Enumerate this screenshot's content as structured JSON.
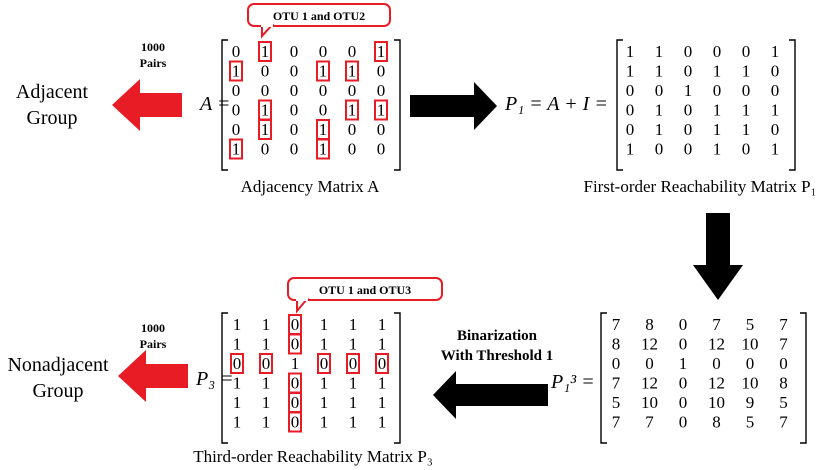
{
  "colors": {
    "highlight": "#e81c24",
    "arrow_black": "#000000"
  },
  "top_left": {
    "pairs_count": "1000",
    "pairs_word": "Pairs",
    "group_line1": "Adjacent",
    "group_line2": "Group",
    "callout": "OTU 1 and OTU2",
    "eq_prefix": "A =",
    "caption": "Adjacency Matrix A",
    "matrix": [
      [
        0,
        1,
        0,
        0,
        0,
        1
      ],
      [
        1,
        0,
        0,
        1,
        1,
        0
      ],
      [
        0,
        0,
        0,
        0,
        0,
        0
      ],
      [
        0,
        1,
        0,
        0,
        1,
        1
      ],
      [
        0,
        1,
        0,
        1,
        0,
        0
      ],
      [
        1,
        0,
        0,
        1,
        0,
        0
      ]
    ]
  },
  "top_right": {
    "eq_prefix": "P₁ = A + I =",
    "caption": "First-order Reachability Matrix P₁",
    "matrix": [
      [
        1,
        1,
        0,
        0,
        0,
        1
      ],
      [
        1,
        1,
        0,
        1,
        1,
        0
      ],
      [
        0,
        0,
        1,
        0,
        0,
        0
      ],
      [
        0,
        1,
        0,
        1,
        1,
        1
      ],
      [
        0,
        1,
        0,
        1,
        1,
        0
      ],
      [
        1,
        0,
        0,
        1,
        0,
        1
      ]
    ]
  },
  "bottom_right": {
    "eq_prefix": "P₁³ =",
    "matrix": [
      [
        7,
        8,
        0,
        7,
        5,
        7
      ],
      [
        8,
        12,
        0,
        12,
        10,
        7
      ],
      [
        0,
        0,
        1,
        0,
        0,
        0
      ],
      [
        7,
        12,
        0,
        12,
        10,
        8
      ],
      [
        5,
        10,
        0,
        10,
        9,
        5
      ],
      [
        7,
        7,
        0,
        8,
        5,
        7
      ]
    ]
  },
  "middle_bottom": {
    "binarization_line1": "Binarization",
    "binarization_line2": "With Threshold 1"
  },
  "bottom_left": {
    "pairs_count": "1000",
    "pairs_word": "Pairs",
    "group_line1": "Nonadjacent",
    "group_line2": "Group",
    "callout": "OTU 1 and OTU3",
    "eq_prefix": "P₃ =",
    "caption": "Third-order Reachability Matrix P₃",
    "matrix": [
      [
        1,
        1,
        0,
        1,
        1,
        1
      ],
      [
        1,
        1,
        0,
        1,
        1,
        1
      ],
      [
        0,
        0,
        1,
        0,
        0,
        0
      ],
      [
        1,
        1,
        0,
        1,
        1,
        1
      ],
      [
        1,
        1,
        0,
        1,
        1,
        1
      ],
      [
        1,
        1,
        0,
        1,
        1,
        1
      ]
    ]
  }
}
